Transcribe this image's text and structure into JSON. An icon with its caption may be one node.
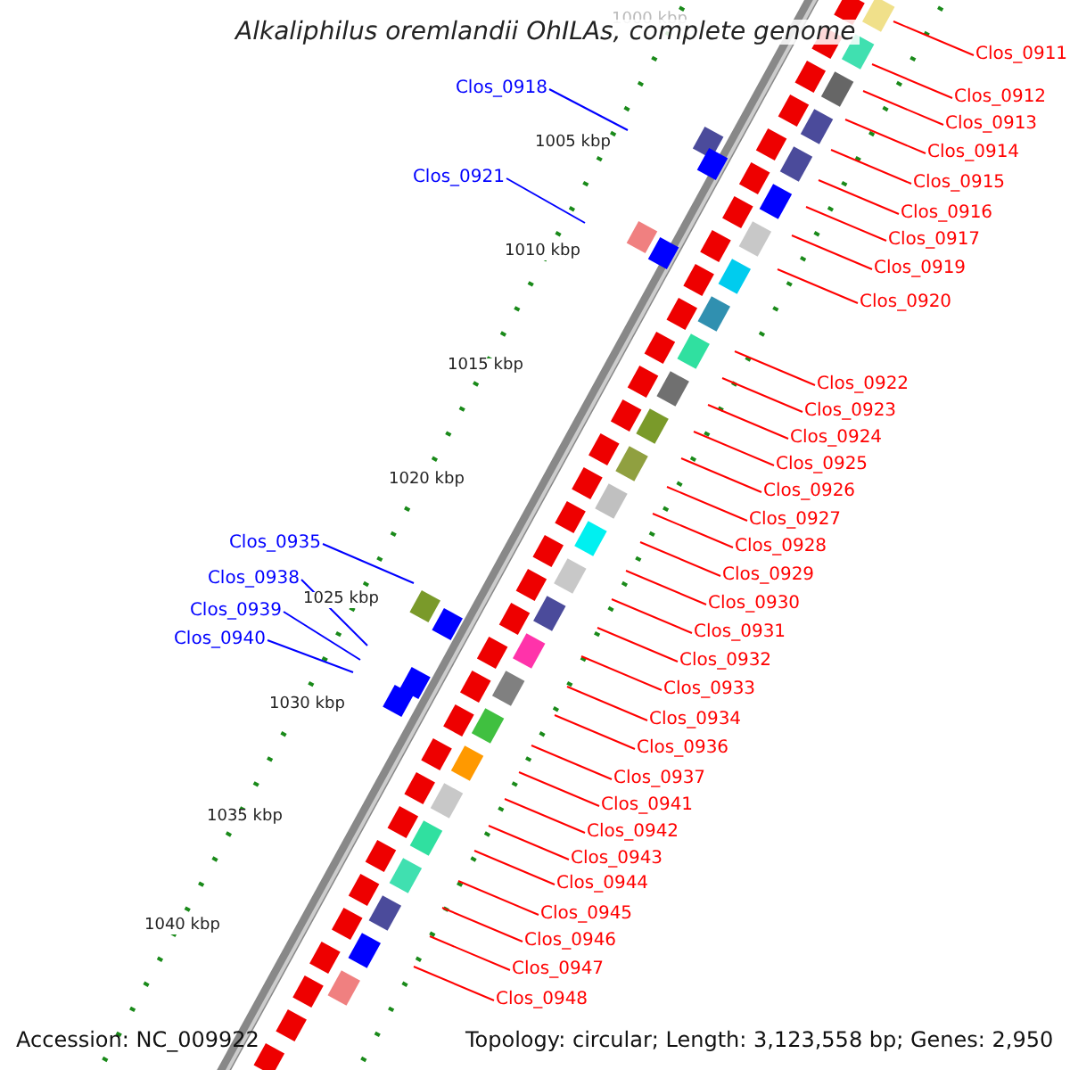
{
  "diagram": {
    "title": "Alkaliphilus oremlandii OhILAs, complete genome",
    "nodes": [
      {
        "text": [
          "Clos_0911"
        ]
      },
      {
        "text": [
          "Clos_0912"
        ]
      },
      {
        "text": [
          "Clos_0913"
        ]
      },
      {
        "text": [
          "Clos_0914"
        ]
      },
      {
        "text": [
          "Clos_0915"
        ]
      },
      {
        "text": [
          "Clos_0916"
        ]
      },
      {
        "text": [
          "Clos_0917"
        ]
      },
      {
        "text": [
          "Clos_0918"
        ]
      },
      {
        "text": [
          "Clos_0919"
        ]
      },
      {
        "text": [
          "Clos_0920"
        ]
      },
      {
        "text": [
          "Clos_0921"
        ]
      },
      {
        "text": [
          "Clos_0922"
        ]
      },
      {
        "text": [
          "Clos_0923"
        ]
      },
      {
        "text": [
          "Clos_0924"
        ]
      },
      {
        "text": [
          "Clos_0925"
        ]
      },
      {
        "text": [
          "Clos_0926"
        ]
      },
      {
        "text": [
          "Clos_0927"
        ]
      },
      {
        "text": [
          "Clos_0928"
        ]
      },
      {
        "text": [
          "Clos_0929"
        ]
      },
      {
        "text": [
          "Clos_0930"
        ]
      },
      {
        "text": [
          "Clos_0931"
        ]
      },
      {
        "text": [
          "Clos_0932"
        ]
      },
      {
        "text": [
          "Clos_0933"
        ]
      },
      {
        "text": [
          "Clos_0934"
        ]
      },
      {
        "text": [
          "Clos_0935"
        ]
      },
      {
        "text": [
          "Clos_0936"
        ]
      },
      {
        "text": [
          "Clos_0937"
        ]
      },
      {
        "text": [
          "Clos_0938"
        ]
      },
      {
        "text": [
          "Clos_0939"
        ]
      },
      {
        "text": [
          "Clos_0940"
        ]
      },
      {
        "text": [
          "Clos_0941"
        ]
      },
      {
        "text": [
          "Clos_0942"
        ]
      },
      {
        "text": [
          "Clos_0943"
        ]
      },
      {
        "text": [
          "Clos_0944"
        ]
      },
      {
        "text": [
          "Clos_0945"
        ]
      },
      {
        "text": [
          "Clos_0946"
        ]
      },
      {
        "text": [
          "Clos_0947"
        ]
      },
      {
        "text": [
          "Clos_0948"
        ]
      }
    ],
    "edges": [
      {
        "from": 0,
        "to": null,
        "arrow": "none"
      },
      {
        "from": 1,
        "to": null,
        "arrow": "none"
      },
      {
        "from": 2,
        "to": null,
        "arrow": "none"
      },
      {
        "from": 3,
        "to": null,
        "arrow": "none"
      },
      {
        "from": 4,
        "to": null,
        "arrow": "none"
      },
      {
        "from": 5,
        "to": null,
        "arrow": "none"
      },
      {
        "from": 6,
        "to": null,
        "arrow": "none"
      },
      {
        "from": 7,
        "to": null,
        "arrow": "none",
        "color": "#0000ff"
      },
      {
        "from": 8,
        "to": null,
        "arrow": "none"
      },
      {
        "from": 9,
        "to": null,
        "arrow": "none"
      },
      {
        "from": 10,
        "to": null,
        "arrow": "none",
        "color": "#0000ff"
      },
      {
        "from": 11,
        "to": null,
        "arrow": "none"
      },
      {
        "from": 12,
        "to": null,
        "arrow": "none"
      },
      {
        "from": 13,
        "to": null,
        "arrow": "none"
      },
      {
        "from": 14,
        "to": null,
        "arrow": "none"
      },
      {
        "from": 15,
        "to": null,
        "arrow": "none"
      },
      {
        "from": 16,
        "to": null,
        "arrow": "none"
      },
      {
        "from": 17,
        "to": null,
        "arrow": "none"
      },
      {
        "from": 18,
        "to": null,
        "arrow": "none"
      },
      {
        "from": 19,
        "to": null,
        "arrow": "none"
      },
      {
        "from": 20,
        "to": null,
        "arrow": "none"
      },
      {
        "from": 21,
        "to": null,
        "arrow": "none"
      },
      {
        "from": 22,
        "to": null,
        "arrow": "none"
      },
      {
        "from": 23,
        "to": null,
        "arrow": "none"
      },
      {
        "from": 24,
        "to": null,
        "arrow": "none",
        "color": "#0000ff"
      },
      {
        "from": 25,
        "to": null,
        "arrow": "none"
      },
      {
        "from": 26,
        "to": null,
        "arrow": "none"
      },
      {
        "from": 27,
        "to": null,
        "arrow": "none",
        "color": "#0000ff"
      },
      {
        "from": 28,
        "to": null,
        "arrow": "none",
        "color": "#0000ff"
      },
      {
        "from": 29,
        "to": null,
        "arrow": "none",
        "color": "#0000ff"
      },
      {
        "from": 30,
        "to": null,
        "arrow": "none"
      },
      {
        "from": 31,
        "to": null,
        "arrow": "none"
      },
      {
        "from": 32,
        "to": null,
        "arrow": "none"
      },
      {
        "from": 33,
        "to": null,
        "arrow": "none"
      },
      {
        "from": 34,
        "to": null,
        "arrow": "none"
      },
      {
        "from": 35,
        "to": null,
        "arrow": "none"
      },
      {
        "from": 36,
        "to": null,
        "arrow": "none"
      },
      {
        "from": 37,
        "to": null,
        "arrow": "none"
      }
    ],
    "labels": [
      "1000 kbp",
      "1005 kbp",
      "1010 kbp",
      "1015 kbp",
      "1020 kbp",
      "1025 kbp",
      "1030 kbp",
      "1035 kbp",
      "1040 kbp",
      "Accession: NC_009922",
      "Topology: circular; Length: 3,123,558 bp; Genes: 2,950"
    ]
  }
}
